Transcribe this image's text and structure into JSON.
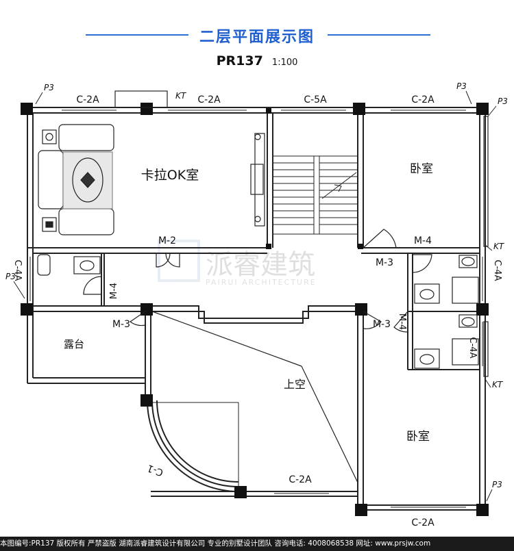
{
  "header": {
    "title": "二层平面展示图",
    "plan_code": "PR137",
    "scale": "1:100"
  },
  "rooms": {
    "karaoke": "卡拉OK室",
    "bedroom_ne": "卧室",
    "terrace": "露台",
    "void": "上空",
    "bedroom_se": "卧室"
  },
  "openings": {
    "w_top_1": "C-2A",
    "w_top_2": "C-2A",
    "w_top_3": "C-5A",
    "w_top_4": "C-2A",
    "w_bottom_1": "C-2A",
    "w_bottom_2": "C-2A",
    "w_left": "C-4A",
    "w_right_1": "C-4A",
    "w_right_2": "C-4A",
    "w_arc": "C-1",
    "d_m2": "M-2",
    "d_m3_a": "M-3",
    "d_m3_b": "M-3",
    "d_m3_c": "M-3",
    "d_m4_a": "M-4",
    "d_m4_b": "M-4",
    "d_m4_c": "M-4"
  },
  "markers": {
    "p3_1": "P3",
    "p3_2": "P3",
    "p3_3": "P3",
    "p3_4": "P3",
    "p3_5": "P3",
    "kt_1": "KT",
    "kt_2": "KT",
    "kt_3": "KT"
  },
  "watermark": {
    "cn": "派睿建筑",
    "en": "PAIRUI ARCHITECTURE"
  },
  "footer": {
    "text": "本图编号:PR137 版权所有 严禁盗版 湖南派睿建筑设计有限公司 专业的别墅设计团队 咨询电话: 4008068538 网址: www.prsjw.com"
  },
  "colors": {
    "accent": "#1f5fd0",
    "footer_bg": "#1b1b1b"
  }
}
